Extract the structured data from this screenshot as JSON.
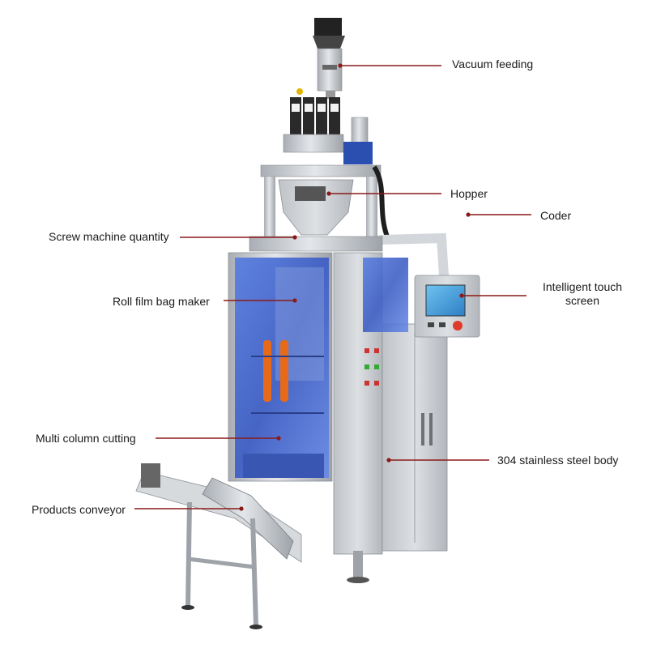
{
  "colors": {
    "leader": "#8b1a1a",
    "steel": "#c9cdd2",
    "glass": "#4a6fd6",
    "screen": "#3fa3e0"
  },
  "labels": {
    "vacuum_feeding": "Vacuum feeding",
    "hopper": "Hopper",
    "coder": "Coder",
    "screw_machine_quantity": "Screw machine quantity",
    "roll_film_bag_maker": "Roll film bag maker",
    "intelligent_touch_screen_line1": "Intelligent touch",
    "intelligent_touch_screen_line2": "screen",
    "multi_column_cutting": "Multi column cutting",
    "stainless_steel_body": "304 stainless steel body",
    "products_conveyor": "Products conveyor"
  }
}
